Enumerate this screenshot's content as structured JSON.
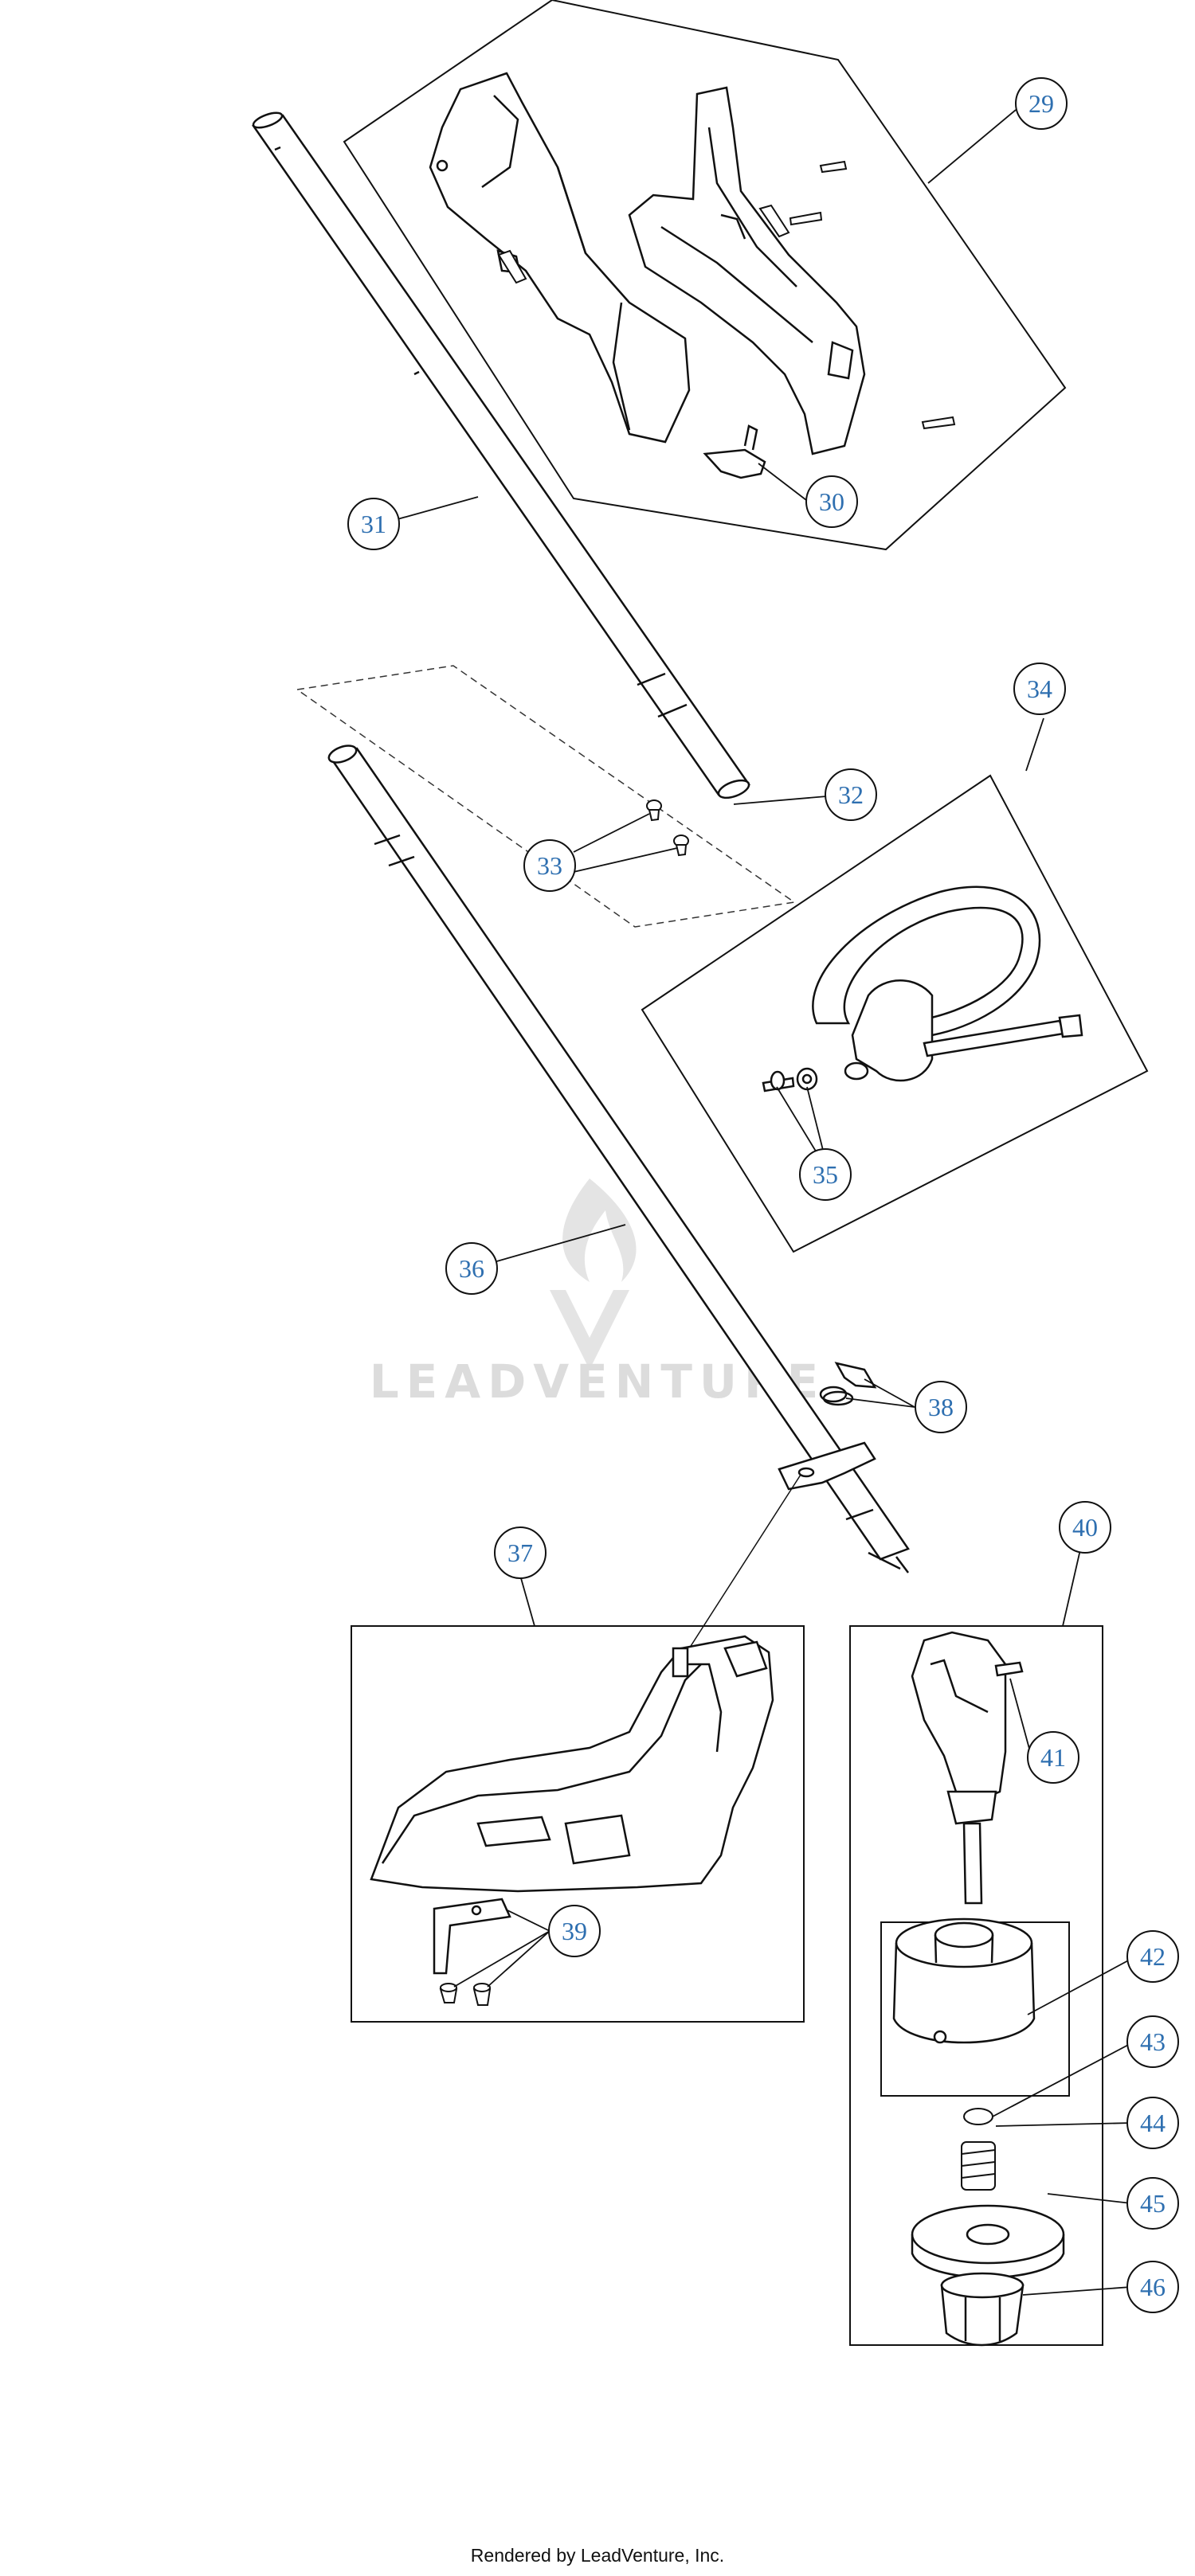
{
  "diagram": {
    "callouts": [
      "29",
      "30",
      "31",
      "32",
      "33",
      "34",
      "35",
      "36",
      "37",
      "38",
      "39",
      "40",
      "41",
      "42",
      "43",
      "44",
      "45",
      "46"
    ],
    "watermark": "LEADVENTURE"
  },
  "footer": {
    "text": "Rendered by LeadVenture, Inc."
  },
  "colors": {
    "callout_blue": "#2e6fb0",
    "line": "#111111",
    "watermark": "#dcdcdc"
  }
}
